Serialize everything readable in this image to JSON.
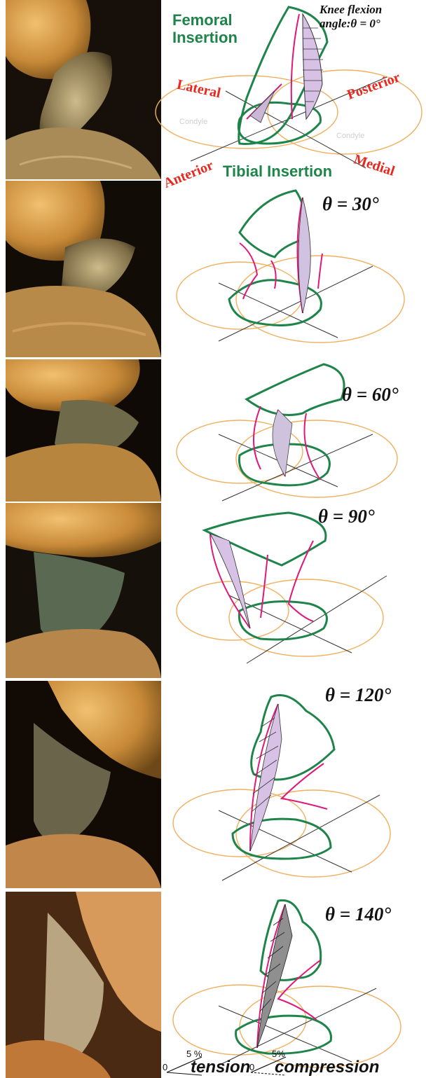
{
  "header": {
    "flexion_title_line1": "Knee flexion",
    "flexion_title_line2": "angle:θ = 0°",
    "femoral_line1": "Femoral",
    "femoral_line2": "Insertion",
    "tibial": "Tibial Insertion",
    "lateral": "Lateral",
    "posterior": "Posterior",
    "anterior": "Anterior",
    "medial": "Medial",
    "condyle_left": "Condyle",
    "condyle_right": "Condyle"
  },
  "panels": [
    {
      "angle": "θ = 0°"
    },
    {
      "angle": "θ = 30°"
    },
    {
      "angle": "θ = 60°"
    },
    {
      "angle": "θ = 90°"
    },
    {
      "angle": "θ = 120°"
    },
    {
      "angle": "θ = 140°"
    }
  ],
  "legend": {
    "tension_label": "tension",
    "compression_label": "compression",
    "zero_a": "0",
    "five_a": "5 %",
    "zero_b": "0",
    "five_b": "5%"
  },
  "colors": {
    "insertion_outline": "#1e8449",
    "condyle_outline": "#f0b060",
    "fiber_line": "#e0187a",
    "axis_line": "#333333",
    "direction_label": "#e8281e",
    "photo_bone": "#d9a24a",
    "photo_background": "#1a120a"
  }
}
